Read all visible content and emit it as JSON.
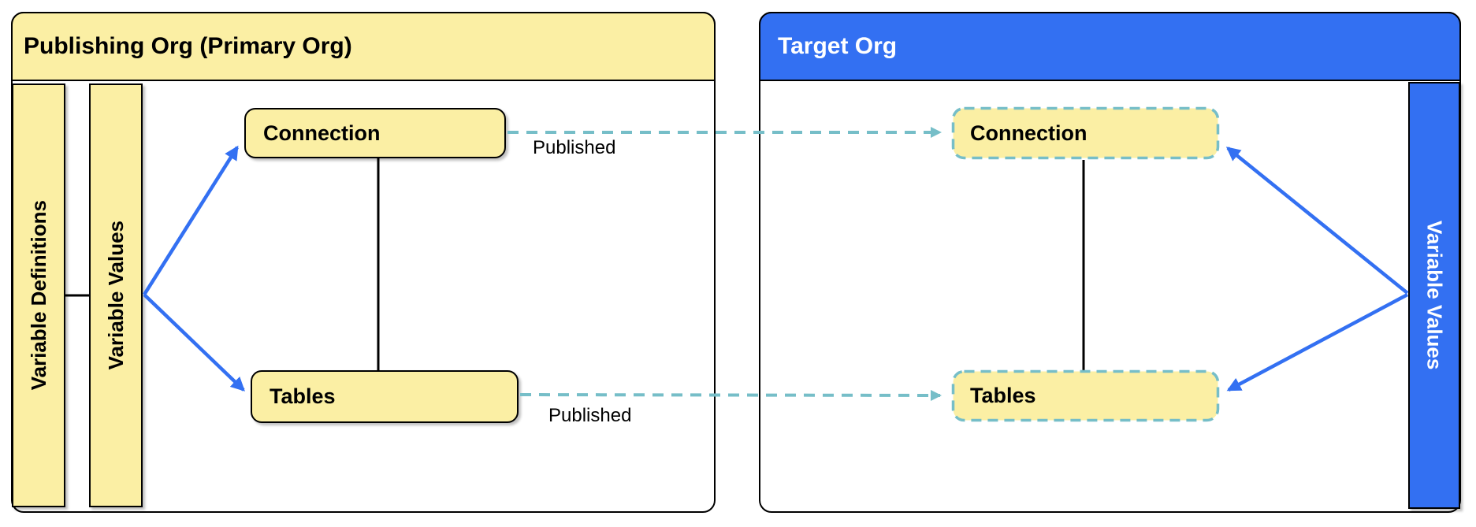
{
  "publishing_org": {
    "title": "Publishing Org (Primary Org)",
    "variable_definitions_label": "Variable Definitions",
    "variable_values_label": "Variable Values",
    "connection_label": "Connection",
    "tables_label": "Tables"
  },
  "target_org": {
    "title": "Target Org",
    "variable_values_label": "Variable Values",
    "connection_label": "Connection",
    "tables_label": "Tables"
  },
  "edge_labels": {
    "published_top": "Published",
    "published_bottom": "Published"
  },
  "colors": {
    "node_yellow": "#FBEFA4",
    "org_blue": "#3370F2",
    "published_teal": "#76BEC8",
    "outline_black": "#000000",
    "title_text_white": "#FFFFFF"
  }
}
